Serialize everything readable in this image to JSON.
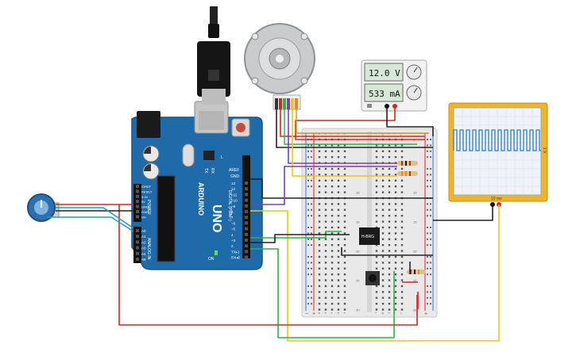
{
  "power_supply": {
    "voltage": "12.0 V",
    "current": "533 mA"
  },
  "arduino": {
    "brand": "ARDUINO",
    "model": "UNO",
    "header_digital": "DIGITAL (PWM~)",
    "header_power": "POWER",
    "header_analog": "ANALOG IN",
    "label_aref": "AREF",
    "label_gnd": "GND",
    "label_tx": "TX",
    "label_rx": "RX",
    "label_l": "L",
    "label_on": "ON",
    "digital_pins": [
      "13",
      "12",
      "~11",
      "~10",
      "~9",
      "8",
      "7",
      "~6",
      "~5",
      "4",
      "~3",
      "2",
      "TX▸1",
      "RX◂0"
    ],
    "power_pins": [
      "IOREF",
      "RESET",
      "3.3V",
      "5V",
      "GND",
      "GND",
      "Vin"
    ],
    "analog_pins": [
      "A0",
      "A1",
      "A2",
      "A3",
      "A4",
      "A5"
    ]
  },
  "breadboard": {
    "row_numbers": [
      "1",
      "5",
      "10",
      "15",
      "20",
      "25",
      "30"
    ],
    "col_letters": [
      "a",
      "b",
      "c",
      "d",
      "e",
      "f",
      "g",
      "h",
      "i",
      "j"
    ],
    "plus": "+",
    "minus": "−"
  },
  "ic": {
    "label": "H-BRG"
  },
  "oscilloscope": {
    "side_label": "1 V",
    "bottom_label": "10 ms"
  },
  "colors": {
    "arduino_board": "#1f6aa8",
    "breadboard": "#e9e9e9",
    "scope_frame": "#f0b429",
    "scope_screen": "#eef3f7",
    "scope_trace": "#2d7fc7",
    "wire_red": "#d9251c",
    "wire_black": "#222222",
    "wire_green": "#2db24a",
    "wire_yellow": "#f2c60c",
    "wire_purple": "#7a3fb5",
    "wire_blue": "#1e9bd7",
    "wire_orange": "#e88a1a",
    "motor": "#c9cbcd"
  }
}
